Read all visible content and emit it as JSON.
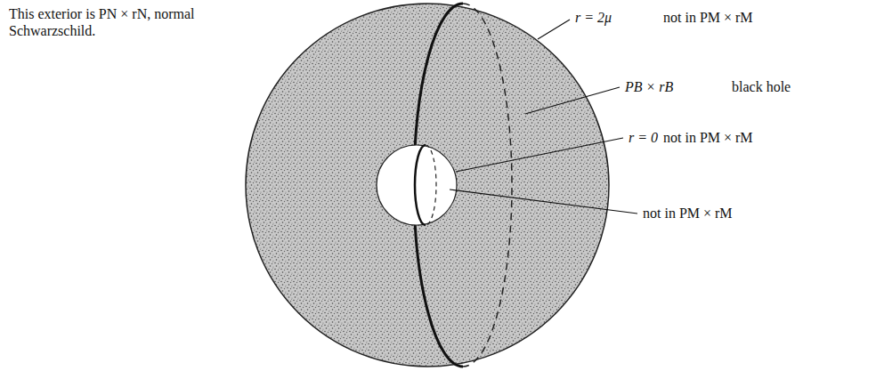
{
  "diagram": {
    "labels": [
      "This exterior is PN × rN, normal Schwarzschild.",
      "r = 2μ",
      "not in PM × rM",
      "PB × rB",
      "black hole",
      "r = 0",
      "not in PM × rM",
      "not in PM × rM"
    ]
  }
}
